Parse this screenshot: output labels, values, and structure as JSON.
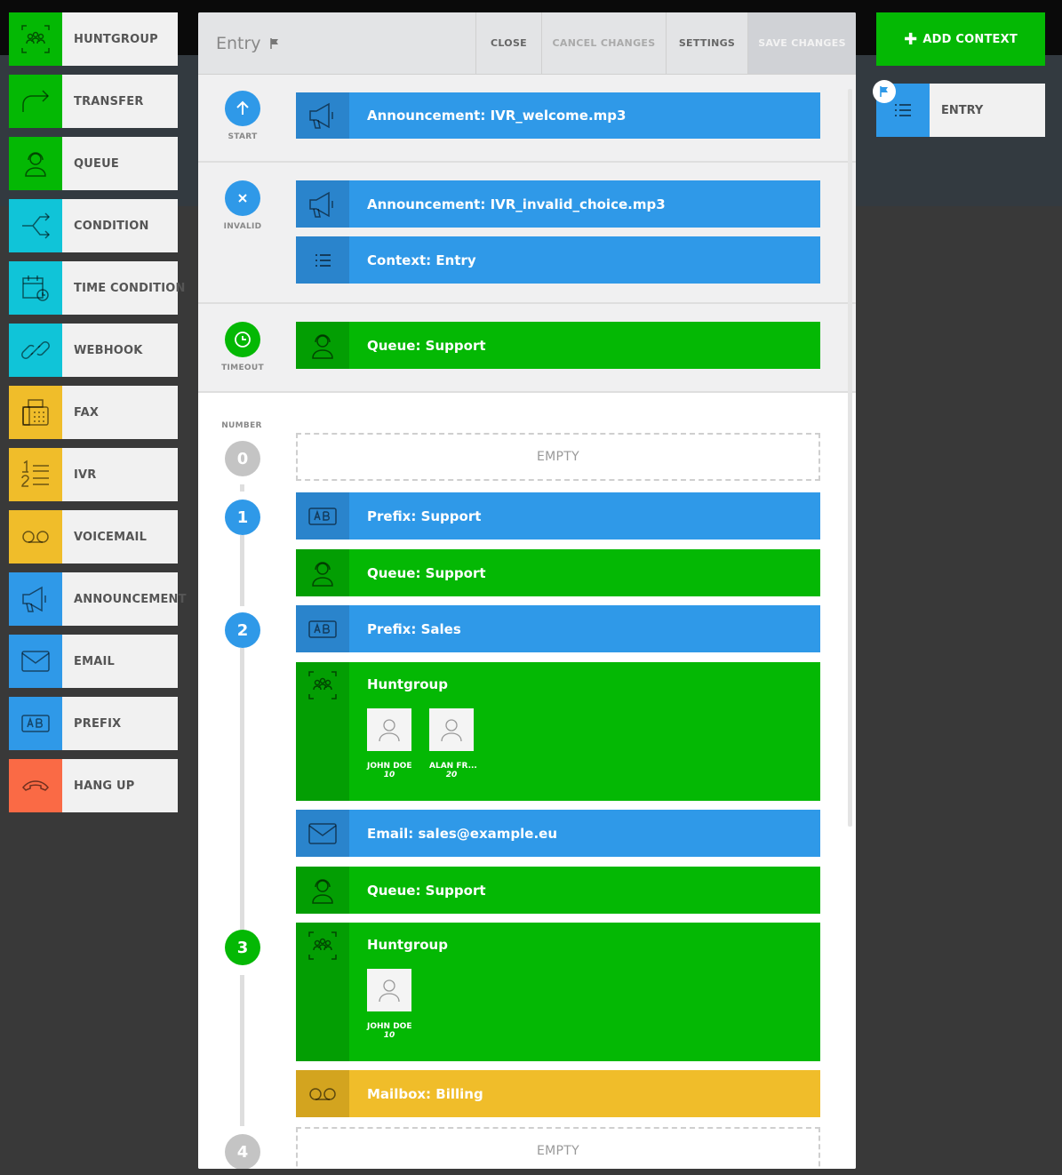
{
  "palette": [
    {
      "label": "HUNTGROUP",
      "icon": "huntgroup-icon",
      "color": "#04b804"
    },
    {
      "label": "TRANSFER",
      "icon": "transfer-icon",
      "color": "#04b804"
    },
    {
      "label": "QUEUE",
      "icon": "queue-icon",
      "color": "#04b804"
    },
    {
      "label": "CONDITION",
      "icon": "condition-icon",
      "color": "#10c4d8"
    },
    {
      "label": "TIME CONDITION",
      "icon": "time-condition-icon",
      "color": "#10c4d8"
    },
    {
      "label": "WEBHOOK",
      "icon": "webhook-icon",
      "color": "#10c4d8"
    },
    {
      "label": "FAX",
      "icon": "fax-icon",
      "color": "#f0bd2a"
    },
    {
      "label": "IVR",
      "icon": "ivr-icon",
      "color": "#f0bd2a"
    },
    {
      "label": "VOICEMAIL",
      "icon": "voicemail-icon",
      "color": "#f0bd2a"
    },
    {
      "label": "ANNOUNCEMENT",
      "icon": "announcement-icon",
      "color": "#2f99e8"
    },
    {
      "label": "EMAIL",
      "icon": "email-icon",
      "color": "#2f99e8"
    },
    {
      "label": "PREFIX",
      "icon": "prefix-icon",
      "color": "#2f99e8"
    },
    {
      "label": "HANG UP",
      "icon": "hangup-icon",
      "color": "#fa6a45"
    }
  ],
  "modal": {
    "title": "Entry",
    "buttons": {
      "close": "CLOSE",
      "cancel": "CANCEL CHANGES",
      "settings": "SETTINGS",
      "save": "SAVE CHANGES"
    },
    "start": {
      "label": "START",
      "block": "Announcement: IVR_welcome.mp3"
    },
    "invalid": {
      "label": "INVALID",
      "block1": "Announcement: IVR_invalid_choice.mp3",
      "block2": "Context: Entry"
    },
    "timeout": {
      "label": "TIMEOUT",
      "block": "Queue: Support"
    },
    "number_label": "NUMBER",
    "n0": {
      "num": "0",
      "empty": "EMPTY"
    },
    "n1": {
      "num": "1",
      "prefix": "Prefix: Support",
      "queue": "Queue: Support"
    },
    "n2": {
      "num": "2",
      "prefix": "Prefix: Sales",
      "huntgroup_title": "Huntgroup",
      "members": [
        {
          "name": "JOHN DOE",
          "ext": "10"
        },
        {
          "name": "ALAN FR...",
          "ext": "20"
        }
      ],
      "email": "Email: sales@example.eu",
      "queue": "Queue: Support"
    },
    "n3": {
      "num": "3",
      "huntgroup_title": "Huntgroup",
      "members": [
        {
          "name": "JOHN DOE",
          "ext": "10"
        }
      ],
      "mailbox": "Mailbox: Billing"
    },
    "n4": {
      "num": "4",
      "empty": "EMPTY"
    }
  },
  "sidebar_right": {
    "add_context": "ADD CONTEXT",
    "contexts": [
      {
        "label": "ENTRY",
        "icon": "list-icon",
        "color": "#2f99e8"
      }
    ]
  }
}
